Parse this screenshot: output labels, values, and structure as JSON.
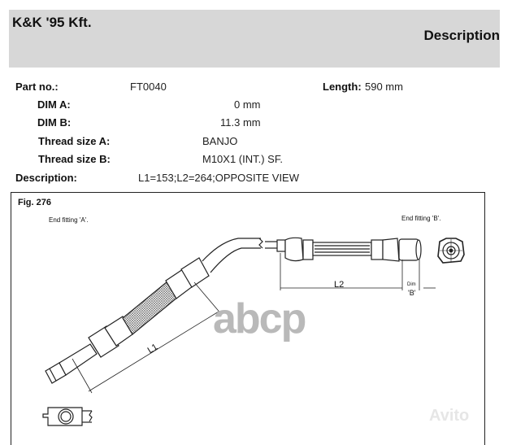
{
  "header": {
    "brand": "K&K '95 Kft.",
    "title": "Description",
    "background": "#d7d7d7"
  },
  "specs": {
    "part_no": {
      "label": "Part no.:",
      "value": "FT0040"
    },
    "length": {
      "label": "Length:",
      "value": "590 mm"
    },
    "dim_a": {
      "label": "DIM A:",
      "value": "0 mm"
    },
    "dim_b": {
      "label": "DIM B:",
      "value": "11.3 mm"
    },
    "thread_a": {
      "label": "Thread size A:",
      "value": "BANJO"
    },
    "thread_b": {
      "label": "Thread size B:",
      "value": "M10X1 (INT.) SF."
    },
    "description": {
      "label": "Description:",
      "value": "L1=153;L2=264;OPPOSITE VIEW"
    }
  },
  "figure": {
    "label": "Fig. 276",
    "end_fitting_a": "End fitting 'A'.",
    "end_fitting_b": "End fitting 'B'.",
    "dim_l1": "L1",
    "dim_l2": "L2",
    "dim_b_small": "Dim",
    "dim_b_label": "'B'"
  },
  "watermarks": {
    "abcp": "abcp",
    "avito": "Avito"
  }
}
